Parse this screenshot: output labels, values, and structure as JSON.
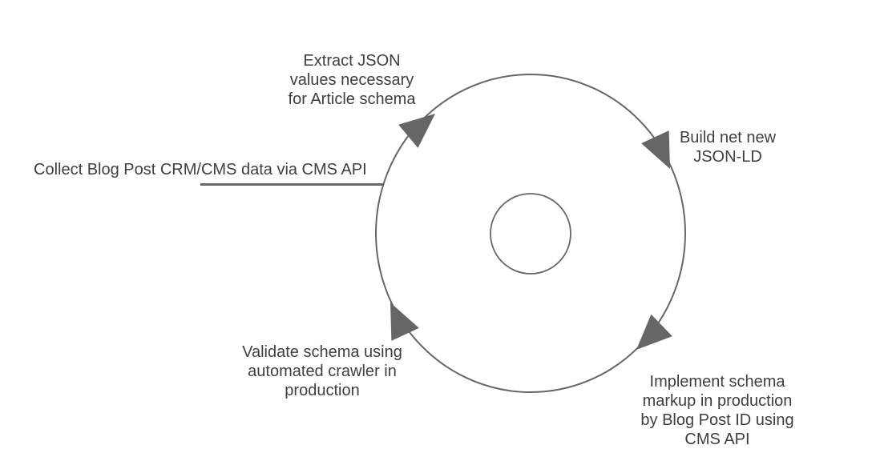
{
  "diagram": {
    "type": "cycle",
    "direction": "clockwise",
    "colors": {
      "shape_stroke": "#666666",
      "arrow_fill": "#666666",
      "text": "#3f3f3f",
      "background": "#ffffff"
    },
    "steps": [
      {
        "id": "collect",
        "label": "Collect Blog Post CRM/CMS data via CMS API"
      },
      {
        "id": "extract",
        "label": "Extract JSON\nvalues necessary\nfor Article schema"
      },
      {
        "id": "build",
        "label": "Build net new\nJSON-LD"
      },
      {
        "id": "implement",
        "label": "Implement schema\nmarkup in production\nby Blog Post ID using\nCMS API"
      },
      {
        "id": "validate",
        "label": "Validate schema using\nautomated crawler in\nproduction"
      }
    ]
  }
}
